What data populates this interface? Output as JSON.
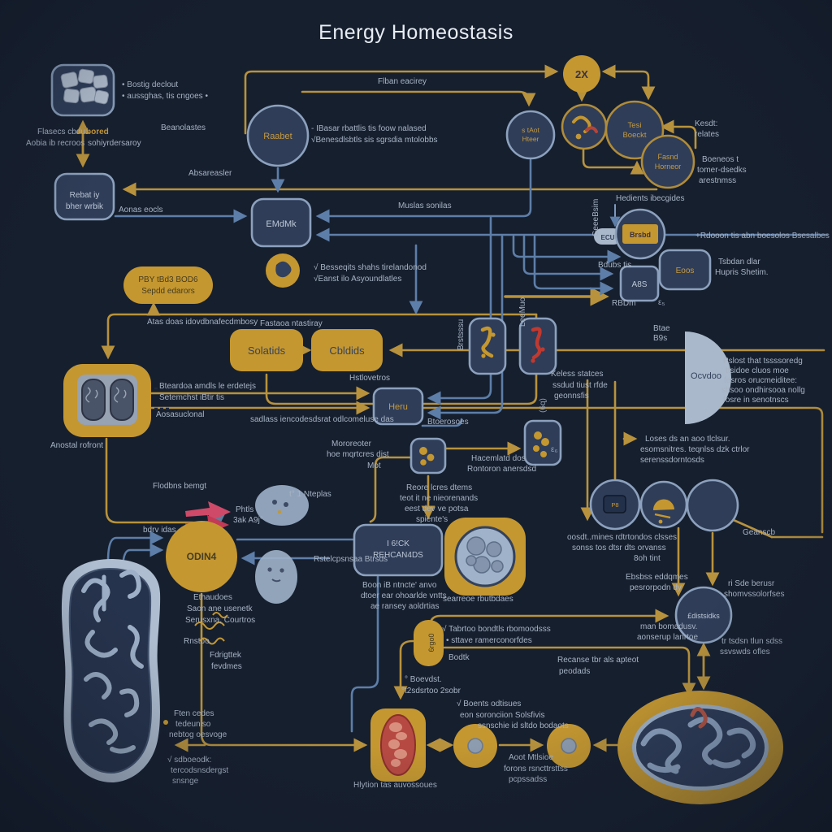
{
  "title": "Energy Homeostasis",
  "colors": {
    "background": "#161f2e",
    "gold": "#c49730",
    "gold_line": "#b8923c",
    "blue_line": "#5d7ea8",
    "node_fill": "#2f3d58",
    "node_stroke": "#8ca1bd",
    "light_shape": "#a6b6ca",
    "text": "#a7b3c4",
    "gold_text": "#c79a3d",
    "red_arrow": "#cf4a68"
  },
  "nodes": {
    "rebat_l1": "Rebat iy",
    "rebat_l2": "bher wrbik",
    "raabet": "Raabet",
    "emdmk": "EMdMk",
    "x2": "2X",
    "atot_l1": "s tAot",
    "atot_l2": "Hteer",
    "test_l1": "Tesi",
    "test_l2": "Boeckt",
    "fasnd_l1": "Fasnd",
    "fasnd_l2": "Horneor",
    "ecu": "ECU",
    "brsbd": "Brsbd",
    "abs": "A8S",
    "eoos": "Eoos",
    "solatids": "Solatids",
    "cbldids": "Cbldids",
    "pby_l1": "PBY tBd3 BOD6",
    "pby_l2": "Sepdd edarors",
    "heru": "Heru",
    "ocvdoo": "Ocvdoo",
    "i6ck_l1": "I 6!CK",
    "i6ck_l2": "REHCAN4DS",
    "odin": "ODIN4",
    "rot": "£distsidks",
    "drgo": "6rgo0",
    "pb": "P8"
  },
  "labels": {
    "a1": "• Bostig declout",
    "a2": "• aussghas, tis cngoes •",
    "a3": "Beanolastes",
    "a4": "Flasecs cbdu:",
    "a5": "Aobia ib recroos",
    "a6": "bored",
    "a7": "sohiyrdersaroy",
    "a8": "Absareasler",
    "a9": "Aonas eocls",
    "a10": "Flban eacirey",
    "a11": "- IBasar rbattlis tis foow nalased",
    "a12": "√Benesdlsbtls sis sgrsdia mtolobbs",
    "a13": "Muslas sonilas",
    "a14": "Kesdt:",
    "a15": "relates",
    "a16": "Boeneos t",
    "a17": "tomer-dsedks",
    "a18": "arestnmss",
    "a19": "Hedients ibecgides",
    "a20": "GeeeBsim",
    "a21": "+Rdooon tis abn boesolos Bsesalbes",
    "a22": "Bdubs tis",
    "a23": "Tsbdan dlar",
    "a24": "Hupris Shetim.",
    "a25": "RBDm",
    "a26": "ε₅",
    "a27": "Btae",
    "a28": "B9s",
    "a29": "√ Besseqits shahs tirelandonod",
    "a30": "√Eanst ilo Asyoundlatles",
    "a31": "Atas doas idovdbnafecdmbosy",
    "a32": "Fastaoa ntastiray",
    "a33": "Bteardoa amdls le erdetejs",
    "a34": "Setemchst iBtir tis",
    "a35": "Aosasuclonal",
    "a36": "sadlass iencodesdsrat odlcomeluse das",
    "a37": "Hstlovetros",
    "a38": "Anostal rofront",
    "a39": "Brstsssu",
    "a40": "LeeMuo",
    "a41": "Keless statces",
    "a42": "ssdud tiust rfde",
    "a43": "geonnsfis",
    "a44": "Btoerosoes",
    "a45": "Mororeoter",
    "a46": "hoe mqrtcres dist",
    "a47": "Mot",
    "a48": "Hacemlatd dos",
    "a49": "Rontoron anersdsd",
    "a50": "Reore lcres dtems",
    "a51": "teot it ne nieorenands",
    "a52": "eest dev ve potsa",
    "a53": "spiente's",
    "a54": "(6q)",
    "a55": "ε₆",
    "a56": "Flodbns bemgt",
    "a57": "Phtls",
    "a58": "3ak A9j°",
    "a59": "bdrv idas",
    "a60": "t° 1 Nteplas",
    "a61": "Rstelcpsnsaa Btrsds",
    "a62": "Ethaudoes",
    "a63": "Saon ane usenetk",
    "a64": "Serusxna, Courtros",
    "a65": "Rnstoo",
    "a66": "Fdrigttek",
    "a67": "fevdmes",
    "a68": "Boon iB ntncte' anvo",
    "a69": "dtoer ear ohoarlde vntts",
    "a70": "ae ransey aoldrtias",
    "a71": "searreoe rbutbdaes",
    "a72": "oosdt..mines rdtrtondos clsses",
    "a73": "sonss tos dtsr dts orvanss",
    "a74": "8oh tint",
    "a75": "Geanscb",
    "a76": "Ebsbss eddqmes",
    "a77": "pesrorpodn dy",
    "a78": "ri Sde berusr",
    "a79": "shomvssolorfses",
    "a80": "man bomadusv.",
    "a81": "aonserup lanrtoe",
    "a82": "tr tsdsn tlun sdss",
    "a83": "ssvswds ofles",
    "a84": "Bodtk",
    "a85": "√ Tabrtoo bondtls rbomoodsss",
    "a86": "• sttave ramerconorfdes",
    "a87": "° Boevdst.",
    "a88": "°t2sdsrtoo 2sobr",
    "a89": "Recanse tbr als apteot",
    "a90": "peodads",
    "a91": "√ Boents odtisues",
    "a92": "eon soronciion Solsfivis",
    "a93": "ssnschie id sltdo bodaots",
    "a94": "Aoot Mtlsioe",
    "a95": "forons rsncttrsttss",
    "a96": "pcpssadss",
    "a97": "Hlytion tas auvossoues",
    "a98": "Ften cedes",
    "a99": "tedeuniso",
    "a100": "nebtog oesvoge",
    "a101": "√ sdboeodk:",
    "a102": "tercodsnsdergst",
    "a103": "snsnge",
    "a104": "Pslost that tssssoredg",
    "a105": "ttsidoe cluos moe",
    "a106": "fesros orucmeiditee:",
    "a107": "shsoo ondhirsooa nollg",
    "a108": "fosre in senotnscs",
    "a109": "Loses ds an aoo tlclsur.",
    "a110": "esomsnitres. teqnlss dzk ctrlor",
    "a111": "serenssdorntosds"
  }
}
